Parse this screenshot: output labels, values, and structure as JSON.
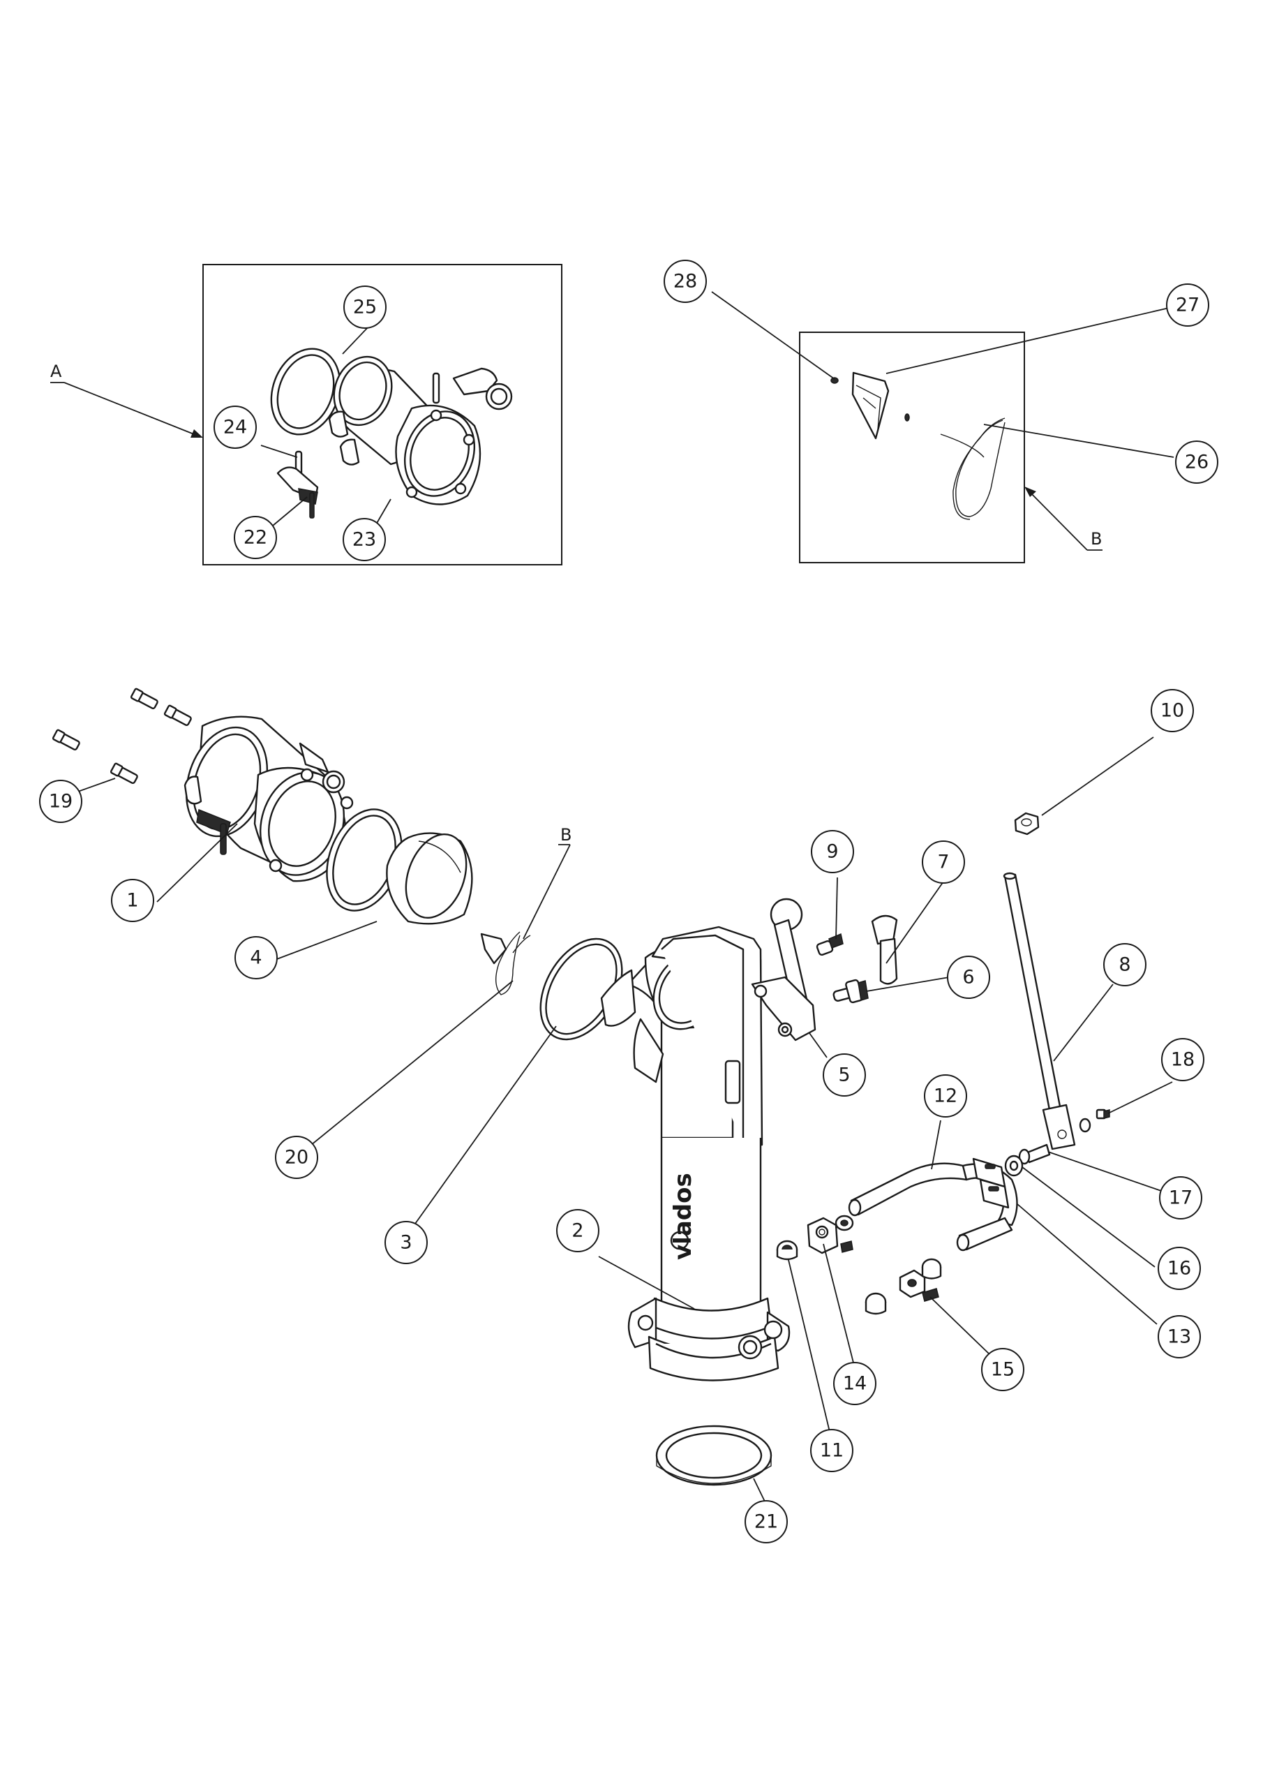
{
  "brand": "vlados",
  "detail_views": {
    "a": {
      "label": "A"
    },
    "b": {
      "label": "B"
    }
  },
  "view_b_reference_label": "B",
  "balloons": [
    {
      "id": "b1",
      "number": "1"
    },
    {
      "id": "b2",
      "number": "2"
    },
    {
      "id": "b3",
      "number": "3"
    },
    {
      "id": "b4",
      "number": "4"
    },
    {
      "id": "b5",
      "number": "5"
    },
    {
      "id": "b6",
      "number": "6"
    },
    {
      "id": "b7",
      "number": "7"
    },
    {
      "id": "b8",
      "number": "8"
    },
    {
      "id": "b9",
      "number": "9"
    },
    {
      "id": "b10",
      "number": "10"
    },
    {
      "id": "b11",
      "number": "11"
    },
    {
      "id": "b12",
      "number": "12"
    },
    {
      "id": "b13",
      "number": "13"
    },
    {
      "id": "b14",
      "number": "14"
    },
    {
      "id": "b15",
      "number": "15"
    },
    {
      "id": "b16",
      "number": "16"
    },
    {
      "id": "b17",
      "number": "17"
    },
    {
      "id": "b18",
      "number": "18"
    },
    {
      "id": "b19",
      "number": "19"
    },
    {
      "id": "b20",
      "number": "20"
    },
    {
      "id": "b21",
      "number": "21"
    },
    {
      "id": "b22",
      "number": "22"
    },
    {
      "id": "b23",
      "number": "23"
    },
    {
      "id": "b24",
      "number": "24"
    },
    {
      "id": "b25",
      "number": "25"
    },
    {
      "id": "b26",
      "number": "26"
    },
    {
      "id": "b27",
      "number": "27"
    },
    {
      "id": "b28",
      "number": "28"
    }
  ]
}
